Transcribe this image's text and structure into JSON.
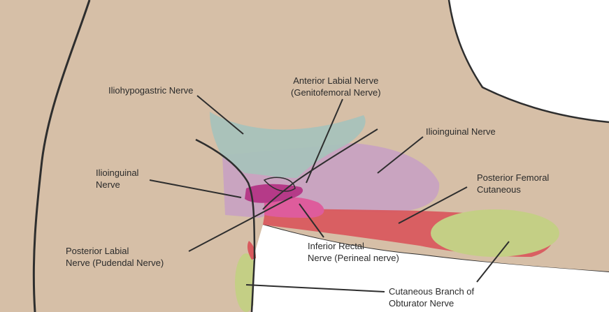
{
  "colors": {
    "skin": "#d6bfa7",
    "outline": "#2e2e2e",
    "iliohypogastric_region": "#a8c2bb",
    "ilioinguinal_region": "#c8a2c2",
    "genital_region": "#b53a88",
    "inferior_rectal_region": "#de5c9c",
    "posterior_femoral_region": "#d95a5e",
    "obturator_region": "#c4cf85",
    "background": "#ffffff",
    "label_text": "#2b2b2b"
  },
  "labels": {
    "iliohypogastric": {
      "line1": "Iliohypogastric Nerve"
    },
    "anterior_labial": {
      "line1": "Anterior Labial Nerve",
      "line2": "(Genitofemoral Nerve)"
    },
    "ilioinguinal_right": {
      "line1": "Ilioinguinal Nerve"
    },
    "ilioinguinal_left": {
      "line1": "Ilioinguinal",
      "line2": "Nerve"
    },
    "posterior_femoral": {
      "line1": "Posterior Femoral",
      "line2": "Cutaneous"
    },
    "posterior_labial": {
      "line1": "Posterior Labial",
      "line2": "Nerve (Pudendal Nerve)"
    },
    "inferior_rectal": {
      "line1": "Inferior Rectal",
      "line2": "Nerve (Perineal nerve)"
    },
    "obturator": {
      "line1": "Cutaneous Branch of",
      "line2": "Obturator Nerve"
    }
  }
}
